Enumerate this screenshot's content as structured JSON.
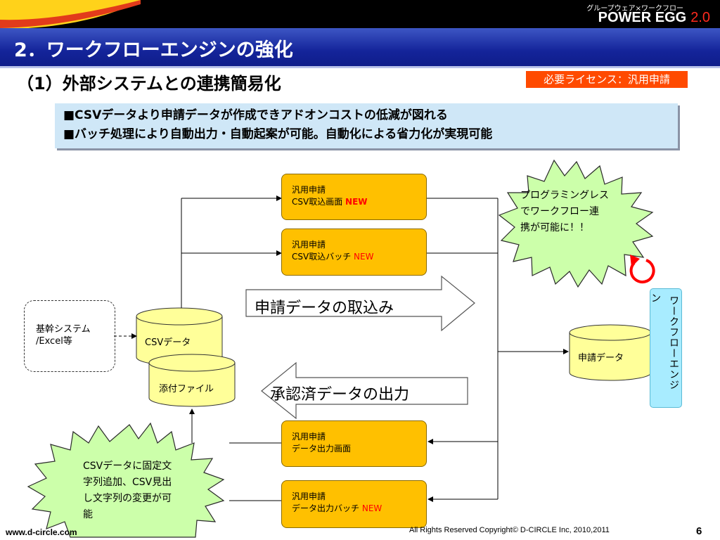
{
  "header": {
    "subtitle": "グループウェア×ワークフロー",
    "product": "POWER EGG",
    "version": "2.0"
  },
  "section_title": "2．ワークフローエンジンの強化",
  "subtitle": "（1）外部システムとの連携簡易化",
  "license_badge": "必要ライセンス：汎用申請",
  "bullets": [
    "■CSVデータより申請データが作成できアドオンコストの低減が図れる",
    "■バッチ処理により自動出力・自動起案が可能。自動化による省力化が実現可能"
  ],
  "boxes": {
    "csv_import_screen": {
      "line1": "汎用申請",
      "line2": "CSV取込画面",
      "badge": "NEW"
    },
    "csv_import_batch": {
      "line1": "汎用申請",
      "line2": "CSV取込バッチ",
      "badge": "NEW"
    },
    "data_output_screen": {
      "line1": "汎用申請",
      "line2": "データ出力画面"
    },
    "data_output_batch": {
      "line1": "汎用申請",
      "line2": "データ出力バッチ",
      "badge": "NEW"
    }
  },
  "legacy_system": {
    "line1": "基幹システム",
    "line2": "/Excel等"
  },
  "csv_data": "CSVデータ",
  "attachments": "添付ファイル",
  "application_data": "申請データ",
  "workflow_engine": {
    "vertical": "ワークフローエンジ",
    "corner": "ン"
  },
  "arrows": {
    "import": "申請データの取込み",
    "export": "承認済データの出力"
  },
  "burst_top": [
    "プログラミングレス",
    "でワークフロー連",
    "携が可能に！！"
  ],
  "burst_bottom": [
    "CSVデータに固定文",
    "字列追加、CSV見出",
    "し文字列の変更が可",
    "能"
  ],
  "footer": {
    "url": "www.d-circle.com",
    "copyright": "All Rights Reserved Copyright© D-CIRCLE  Inc, 2010,2011",
    "page": "6"
  },
  "colors": {
    "box_fill": "#ffc000",
    "engine_fill": "#a8ecff",
    "burst_fill": "#ccffaa",
    "new_badge": "#ff0000",
    "license_fill": "#ff4a00",
    "header_blue": "#14249a"
  }
}
